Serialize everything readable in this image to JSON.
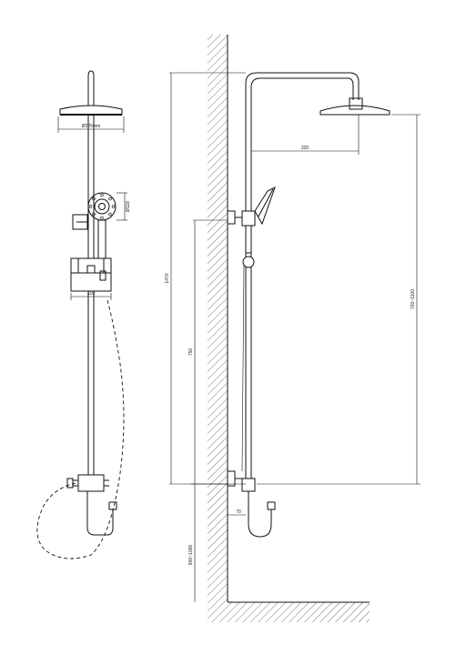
{
  "drawing": {
    "front_view": {
      "head_diameter_label": "Ø225mm",
      "hand_shower_label": "Ø118",
      "bracket_width_label": "110"
    },
    "side_view": {
      "arm_reach_label": "320",
      "total_height_label": "1470",
      "riser_label": "750",
      "adjustable_range_label": "720~1100",
      "offset_label": "70",
      "floor_height_label": "900~1000"
    }
  }
}
